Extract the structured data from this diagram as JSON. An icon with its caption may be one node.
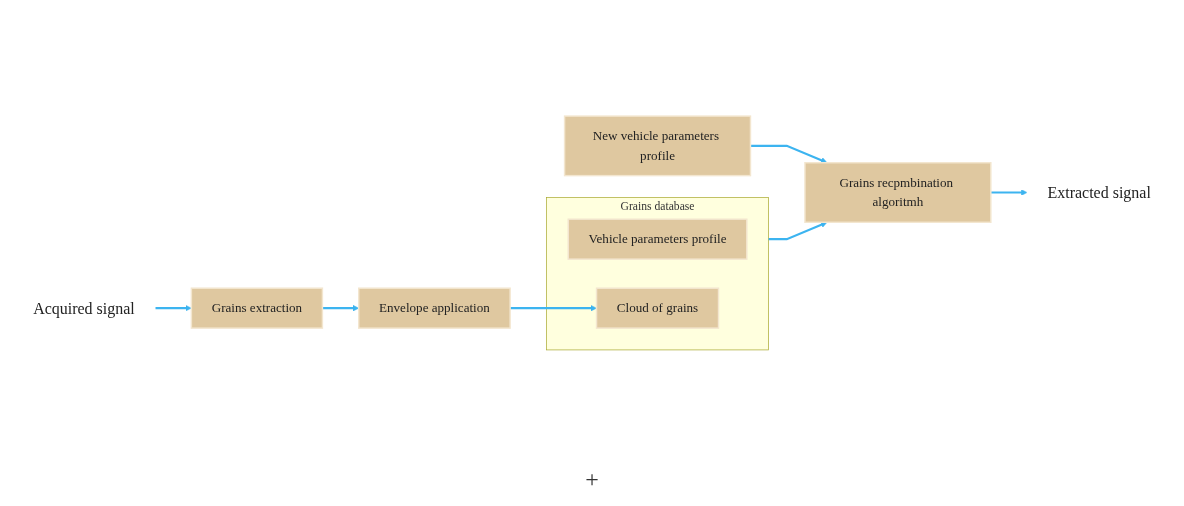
{
  "diagram": {
    "nodes": [
      {
        "text": [
          "Acquired signal"
        ]
      },
      {
        "text": [
          "Grains extraction"
        ]
      },
      {
        "text": [
          "Envelope application"
        ]
      },
      {
        "text": [
          "Grains database"
        ]
      },
      {
        "text": [
          "Vehicle parameters profile"
        ],
        "in": 3
      },
      {
        "text": [
          "Cloud of grains"
        ],
        "in": 3
      },
      {
        "text": [
          "Grains recpmbination algoritmh"
        ]
      },
      {
        "text": [
          "Extracted signal"
        ]
      },
      {
        "text": [
          "New vehicle parameters profile"
        ]
      }
    ],
    "edges": [
      {
        "from": 0,
        "to": 1,
        "arrow": "to"
      },
      {
        "from": 1,
        "to": 2,
        "arrow": "to"
      },
      {
        "from": 2,
        "to": 5,
        "arrow": "to"
      },
      {
        "from": 3,
        "to": 6,
        "arrow": "to"
      },
      {
        "from": 8,
        "to": 6,
        "arrow": "to"
      },
      {
        "from": 6,
        "to": 7,
        "arrow": "to"
      }
    ],
    "labels": [
      "+"
    ]
  }
}
